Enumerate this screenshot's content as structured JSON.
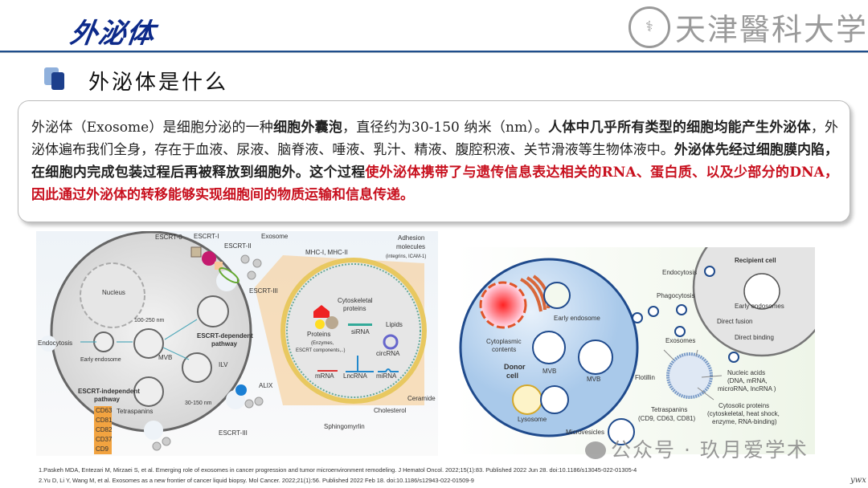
{
  "header": {
    "title": "外泌体",
    "logo_text": "天津醫科大学"
  },
  "section": {
    "title": "外泌体是什么"
  },
  "paragraph": [
    {
      "text": "外泌体（Exosome）是细胞分泌的一种",
      "style": "normal"
    },
    {
      "text": "细胞外囊泡",
      "style": "bold"
    },
    {
      "text": "，直径约为30-150 纳米（nm）。",
      "style": "normal"
    },
    {
      "text": "人体中几乎所有类型的细胞均能产生外泌体",
      "style": "bold"
    },
    {
      "text": "，外泌体遍布我们全身，存在于血液、尿液、脑脊液、唾液、乳汁、精液、腹腔积液、关节滑液等生物体液中。",
      "style": "normal"
    },
    {
      "text": "外泌体先经过细胞膜内陷，在细胞内完成包装过程后再被释放到细胞外。这个过程",
      "style": "bold"
    },
    {
      "text": "使外泌体携带了与遗传信息表达相关的RNA、蛋白质、以及少部分的DNA，因此通过外泌体的转移能够实现细胞间的物质运输和信息传递。",
      "style": "red"
    }
  ],
  "figure_left": {
    "labels": [
      "ESCRT-0",
      "ESCRT-I",
      "ESCRT-II",
      "Exosome",
      "ESCRT-III",
      "Nucleus",
      "100-250 nm",
      "Endocytosis",
      "Early endosome",
      "MVB",
      "ESCRT-dependent",
      "pathway",
      "ILV",
      "ESCRT-independent",
      "pathway",
      "30-150 nm",
      "Tetraspanins",
      "ALIX",
      "ESCRT-III",
      "MHC-I, MHC-II",
      "Adhesion",
      "molecules",
      "(integrins, ICAM-1)",
      "Cytoskeletal",
      "proteins",
      "Lipids",
      "Proteins",
      "(Enzymes,",
      "ESCRT components,..)",
      "siRNA",
      "circRNA",
      "mRNA",
      "LncRNA",
      "miRNA",
      "Ceramide",
      "Cholesterol",
      "Sphingomyrlin"
    ],
    "tetraspanins": [
      "CD63",
      "CD81",
      "CD82",
      "CD37",
      "CD9"
    ]
  },
  "figure_right": {
    "labels": [
      "Recipient cell",
      "Endocytosis",
      "Phagocytosis",
      "Early endosomes",
      "Early endosome",
      "Direct fusion",
      "Direct binding",
      "Cytoplasmic",
      "contents",
      "Exosomes",
      "Donor",
      "cell",
      "MVB",
      "MVB",
      "Flotillin",
      "Nucleic acids",
      "(DNA, mRNA,",
      "microRNA, lncRNA )",
      "Cytosolic proteins",
      "(cytoskeletal, heat shock,",
      "enzyme, RNA-binding)",
      "Tetraspanins",
      "(CD9, CD63, CD81)",
      "Lysosome",
      "Microvesicles"
    ]
  },
  "watermark": "公众号 · 玖月爱学术",
  "references": [
    "1.Paskeh MDA, Entezari M, Mirzaei S, et al. Emerging role of exosomes in cancer progression and tumor microenvironment remodeling. J Hematol Oncol. 2022;15(1):83. Published 2022 Jun 28. doi:10.1186/s13045-022-01305-4",
    "2.Yu D, Li Y, Wang M, et al. Exosomes as a new frontier of cancer liquid biopsy. Mol Cancer. 2022;21(1):56. Published 2022 Feb 18. doi:10.1186/s12943-022-01509-9"
  ],
  "signature": "ywx",
  "colors": {
    "title": "#0d2a8a",
    "accent_red": "#c8101e",
    "rule": "#1f4e8c"
  }
}
